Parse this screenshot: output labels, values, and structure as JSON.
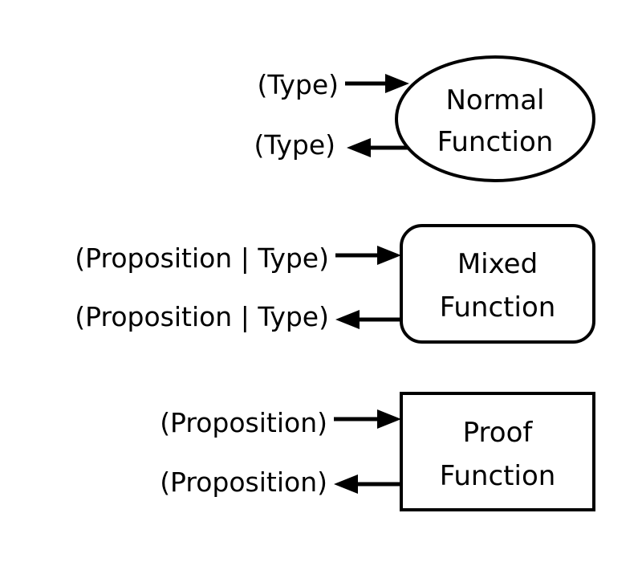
{
  "diagram": {
    "normal": {
      "input_label": "(Type)",
      "output_label": "(Type)",
      "title_line1": "Normal",
      "title_line2": "Function"
    },
    "mixed": {
      "input_label": "(Proposition | Type)",
      "output_label": "(Proposition | Type)",
      "title_line1": "Mixed",
      "title_line2": "Function"
    },
    "proof": {
      "input_label": "(Proposition)",
      "output_label": "(Proposition)",
      "title_line1": "Proof",
      "title_line2": "Function"
    }
  }
}
